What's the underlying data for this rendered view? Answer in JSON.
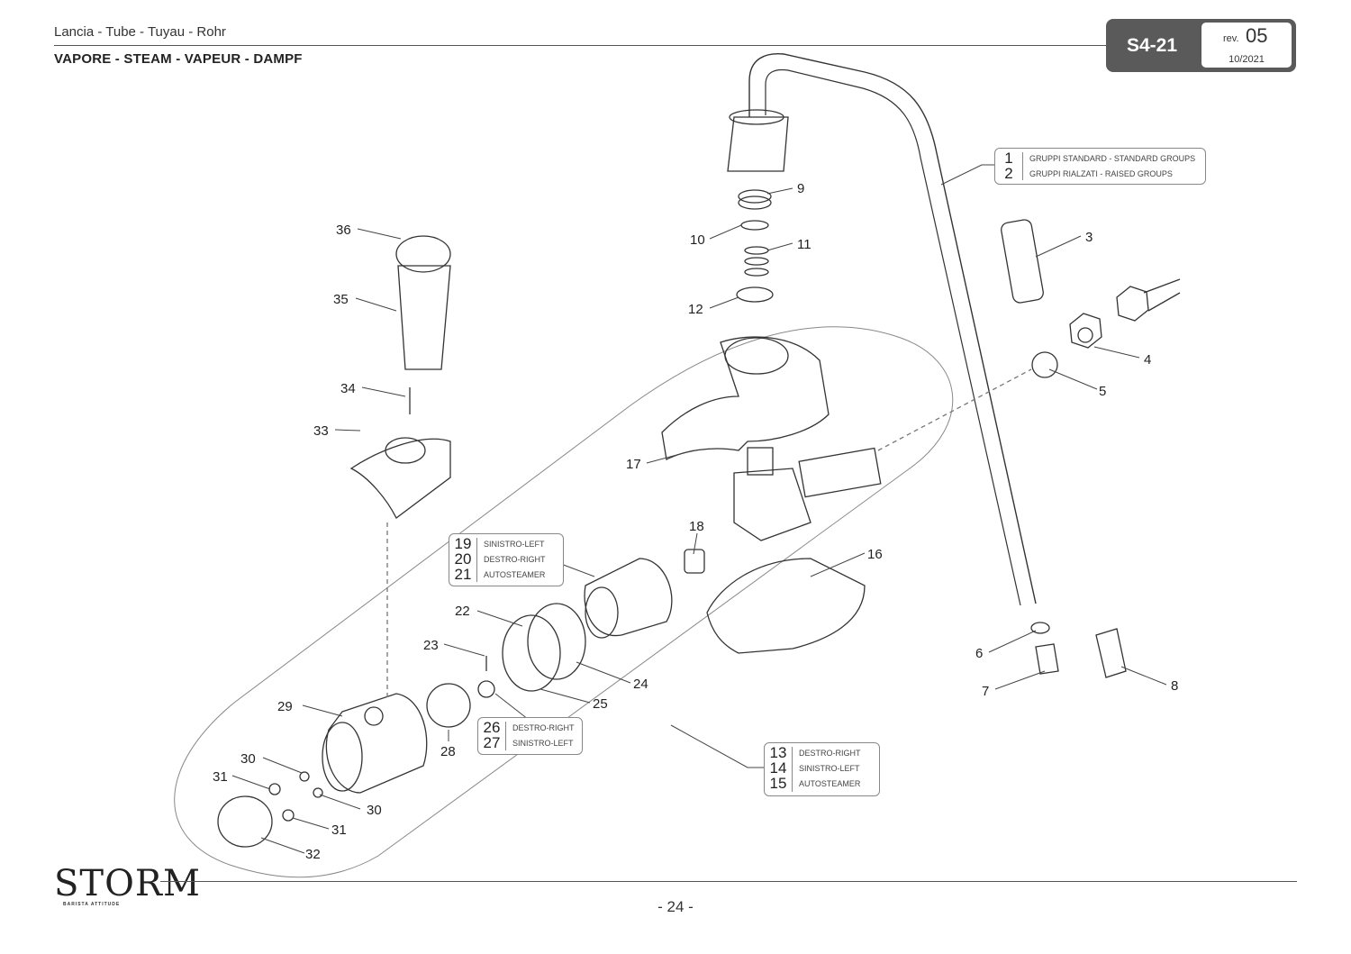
{
  "header": {
    "title": "Lancia - Tube  -  Tuyau - Rohr",
    "subtitle": "VAPORE - STEAM  -  VAPEUR  - DAMPF",
    "code": "S4-21",
    "rev_label": "rev.",
    "rev_number": "05",
    "date": "10/2021"
  },
  "footer": {
    "brand": "STORM",
    "tagline": "BARISTA ATTITUDE",
    "page": "- 24 -"
  },
  "callouts": [
    {
      "rows": [
        {
          "num": "1",
          "text": "GRUPPI STANDARD - STANDARD GROUPS"
        },
        {
          "num": "2",
          "text": "GRUPPI RIALZATI - RAISED GROUPS"
        }
      ]
    },
    {
      "rows": [
        {
          "num": "19",
          "text": "SINISTRO-LEFT"
        },
        {
          "num": "20",
          "text": "DESTRO-RIGHT"
        },
        {
          "num": "21",
          "text": "AUTOSTEAMER"
        }
      ]
    },
    {
      "rows": [
        {
          "num": "26",
          "text": "DESTRO-RIGHT"
        },
        {
          "num": "27",
          "text": "SINISTRO-LEFT"
        }
      ]
    },
    {
      "rows": [
        {
          "num": "13",
          "text": "DESTRO-RIGHT"
        },
        {
          "num": "14",
          "text": "SINISTRO-LEFT"
        },
        {
          "num": "15",
          "text": "AUTOSTEAMER"
        }
      ]
    }
  ],
  "part_labels": [
    "3",
    "4",
    "5",
    "6",
    "7",
    "8",
    "9",
    "10",
    "11",
    "12",
    "16",
    "17",
    "18",
    "22",
    "23",
    "24",
    "25",
    "28",
    "29",
    "30",
    "30",
    "31",
    "31",
    "32",
    "33",
    "34",
    "35",
    "36"
  ]
}
